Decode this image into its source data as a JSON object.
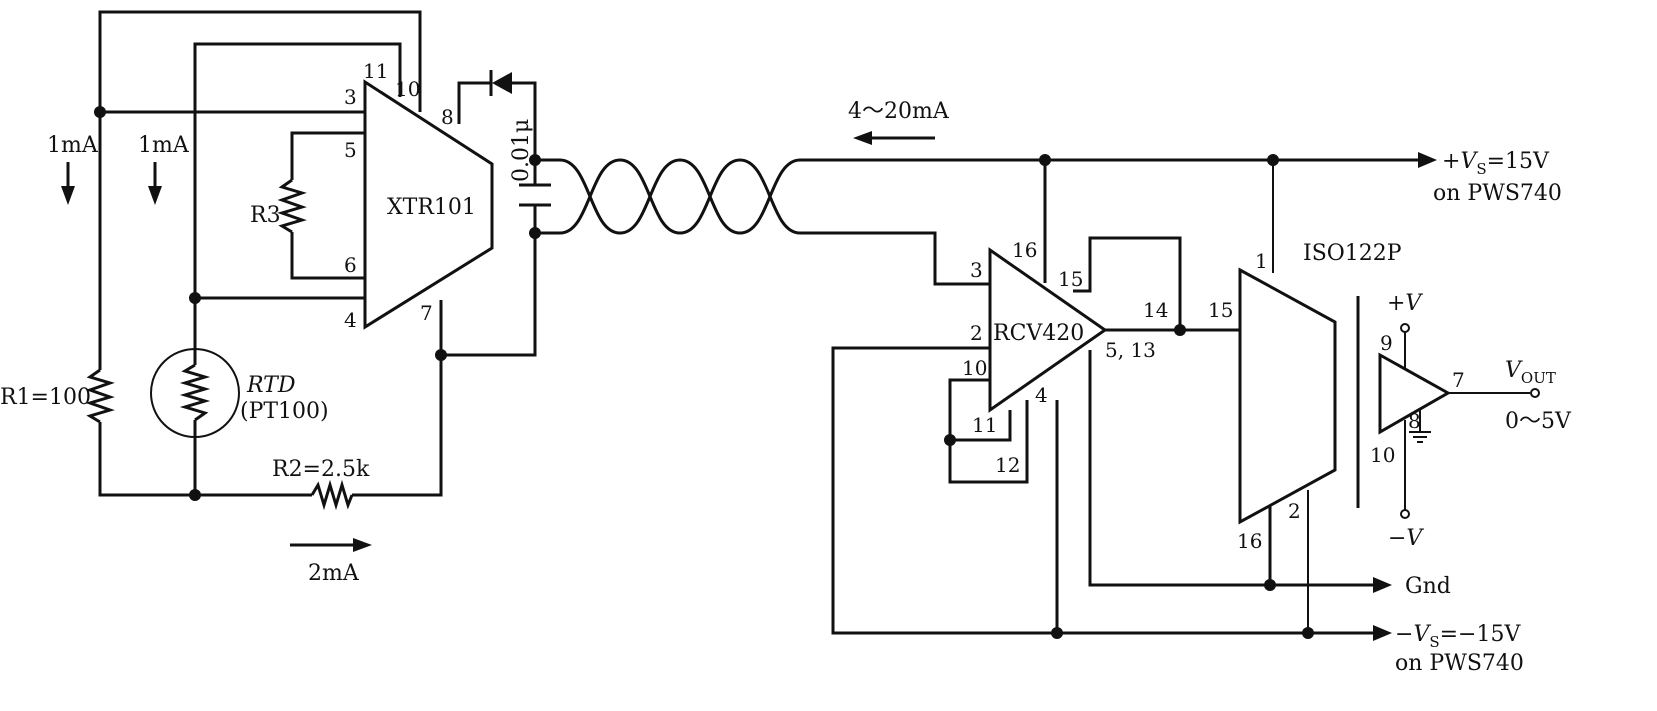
{
  "xtr101": {
    "name": "XTR101",
    "pins": {
      "p3": "3",
      "p11": "11",
      "p10": "10",
      "p8": "8",
      "p5": "5",
      "p6": "6",
      "p4": "4",
      "p7": "7"
    }
  },
  "rcv420": {
    "name": "RCV420",
    "pins": {
      "p16": "16",
      "p3": "3",
      "p15": "15",
      "p2": "2",
      "p10": "10",
      "p11": "11",
      "p12": "12",
      "p4": "4",
      "p14": "14",
      "p513": "5, 13"
    }
  },
  "iso122p": {
    "name": "ISO122P",
    "pins": {
      "p1": "1",
      "p15": "15",
      "p16": "16",
      "p2": "2"
    }
  },
  "output_amp": {
    "pins": {
      "p9": "9",
      "p8": "8",
      "p10": "10",
      "p7": "7"
    },
    "plus_v": "+V",
    "minus_v": "−V",
    "vout_main": "V",
    "vout_sub": "OUT",
    "range": "0～5V"
  },
  "components": {
    "r3": "R3",
    "r1": "R1=100",
    "rtd": "RTD",
    "pt100": "(PT100)",
    "r2": "R2=2.5k",
    "cap": "0.01μ"
  },
  "currents": {
    "left1": "1mA",
    "left2": "1mA",
    "bottom": "2mA",
    "loop": "4～20mA"
  },
  "rails": {
    "vs_plus_pre": "+",
    "vs_plus_v": "V",
    "vs_plus_sub": "S",
    "vs_plus_val": "=15V",
    "vs_plus_on": "on PWS740",
    "gnd": "Gnd",
    "vs_minus_pre": "−",
    "vs_minus_v": "V",
    "vs_minus_sub": "S",
    "vs_minus_val": "=−15V",
    "vs_minus_on": "on PWS740"
  }
}
